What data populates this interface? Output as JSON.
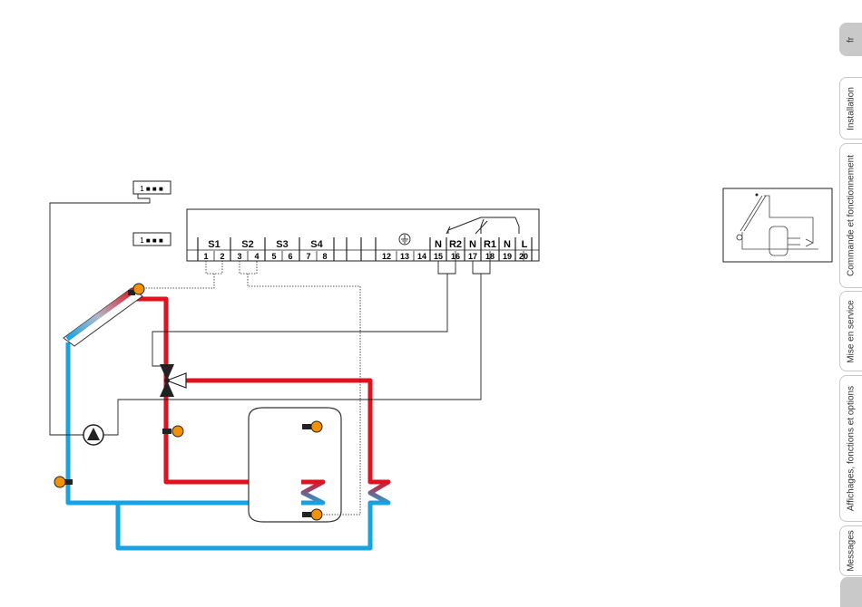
{
  "terminal_groups": [
    {
      "label": "S1",
      "pins": [
        "1",
        "2"
      ]
    },
    {
      "label": "S2",
      "pins": [
        "3",
        "4"
      ]
    },
    {
      "label": "S3",
      "pins": [
        "5",
        "6"
      ]
    },
    {
      "label": "S4",
      "pins": [
        "7",
        "8"
      ]
    }
  ],
  "terminal_pins_right": [
    "12",
    "13",
    "14",
    "15",
    "16",
    "17",
    "18",
    "19",
    "20"
  ],
  "terminal_labels_right": [
    "N",
    "R2",
    "N",
    "R1",
    "N",
    "L"
  ],
  "sensor_plug_pins": "1 ■ ■ ■",
  "tabs": [
    {
      "label": "fr",
      "active": true
    },
    {
      "label": "Installation",
      "active": false
    },
    {
      "label": "Commande et fonctionnement",
      "active": false
    },
    {
      "label": "Mise en service",
      "active": false
    },
    {
      "label": "Affichages, fonctions et options",
      "active": false
    },
    {
      "label": "Messages",
      "active": false
    }
  ],
  "colors": {
    "hot_line": "#e3101e",
    "cold_line": "#17a3e3",
    "sensor": "#f39200",
    "wire": "#222222",
    "tab_active": "#c9c9c9"
  },
  "icons": [
    "pump-icon",
    "three-way-valve-icon",
    "earth-ground-icon",
    "collector-icon",
    "store-tank-icon",
    "heat-exchanger-coil-icon"
  ]
}
